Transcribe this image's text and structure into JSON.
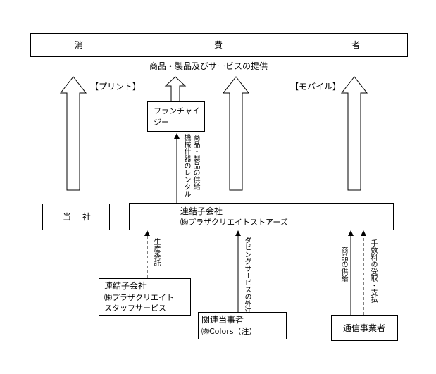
{
  "consumer": {
    "char1": "消",
    "char2": "費",
    "char3": "者"
  },
  "provision_label": "商品・製品及びサービスの提供",
  "print_label": "【プリント】",
  "mobile_label": "【モバイル】",
  "franchise": {
    "line1": "フランチャイ",
    "line2": "ジー"
  },
  "supply_rental_label_a": "商品・製品の供給",
  "supply_rental_label_b": "機械什器のレンタル",
  "company": {
    "char1": "当",
    "char2": "社"
  },
  "consolidated_sub1": {
    "title": "連結子会社",
    "name": "㈱プラザクリエイトストアーズ"
  },
  "production_outsource_label": "生産委託",
  "dubbing_outsource_label": "ダビングサービスの外注",
  "product_supply_label": "商品の供給",
  "fee_label": "手数料の受取・支払",
  "consolidated_sub2": {
    "title": "連結子会社",
    "name_line1": "㈱プラザクリエイト",
    "name_line2": "スタッフサービス"
  },
  "related_party": {
    "title": "関連当事者",
    "name": "㈱Colors（注）"
  },
  "carrier": {
    "title": "通信事業者"
  }
}
